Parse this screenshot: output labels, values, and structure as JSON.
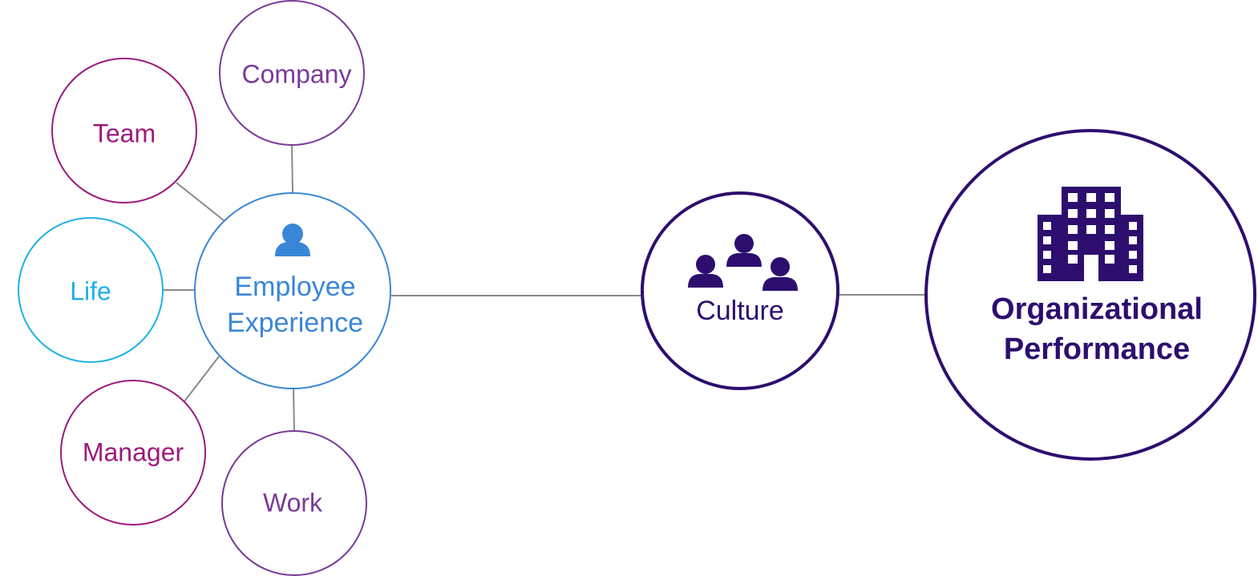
{
  "diagram": {
    "nodes": {
      "company": {
        "label": "Company",
        "color": "#7a3a99"
      },
      "team": {
        "label": "Team",
        "color": "#9b1a7c"
      },
      "life": {
        "label": "Life",
        "color": "#1fb1e6"
      },
      "employee_experience": {
        "label_line1": "Employee",
        "label_line2": "Experience",
        "color": "#3a86d6",
        "icon": "person-icon"
      },
      "manager": {
        "label": "Manager",
        "color": "#9b1a7c"
      },
      "work": {
        "label": "Work",
        "color": "#7a3a99"
      },
      "culture": {
        "label": "Culture",
        "color": "#2d0e6e",
        "icon": "group-icon"
      },
      "organizational_performance": {
        "label_line1": "Organizational",
        "label_line2": "Performance",
        "color": "#2d0e6e",
        "icon": "building-icon"
      }
    },
    "connector_color": "#8a8a8a"
  }
}
